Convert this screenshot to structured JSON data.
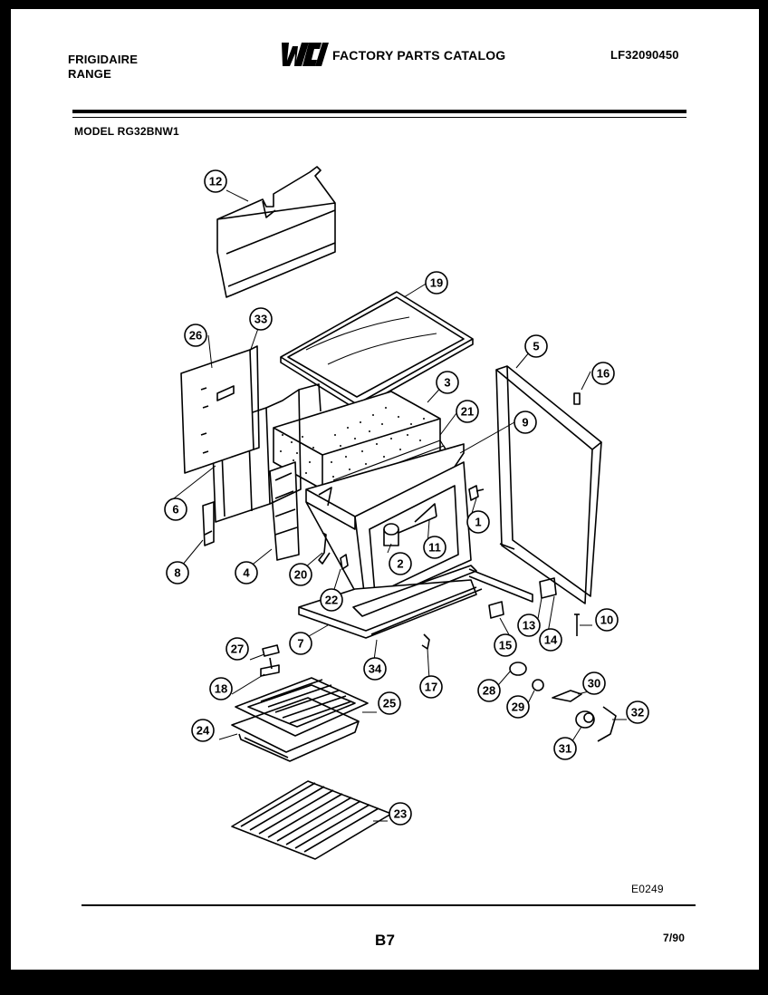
{
  "header": {
    "brand_line1": "FRIGIDAIRE",
    "brand_line2": "RANGE",
    "logo_text": "WCI",
    "catalog_title": "FACTORY PARTS CATALOG",
    "catalog_number": "LF32090450",
    "model": "MODEL RG32BNW1"
  },
  "footer": {
    "diagram_code": "E0249",
    "page_number": "B7",
    "date": "7/90"
  },
  "callouts": [
    "1",
    "2",
    "3",
    "4",
    "5",
    "6",
    "7",
    "8",
    "9",
    "10",
    "11",
    "12",
    "13",
    "14",
    "15",
    "16",
    "17",
    "18",
    "19",
    "20",
    "21",
    "22",
    "23",
    "24",
    "25",
    "26",
    "27",
    "28",
    "29",
    "30",
    "31",
    "32",
    "33",
    "34"
  ]
}
